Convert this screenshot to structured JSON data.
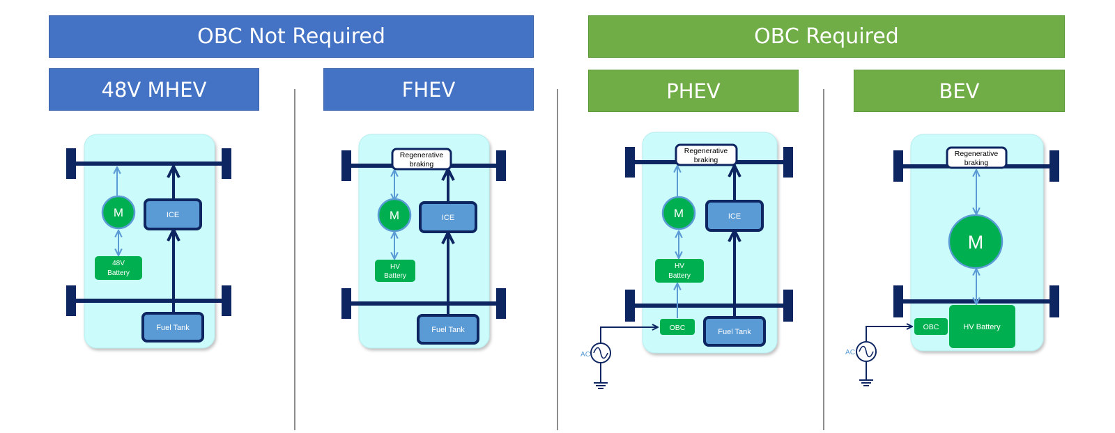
{
  "headers": {
    "not_required": "OBC Not Required",
    "required": "OBC Required"
  },
  "columns": [
    {
      "title": "48V MHEV",
      "labels": {
        "motor": "M",
        "engine": "ICE",
        "battery_line1": "48V",
        "battery_line2": "Battery",
        "tank": "Fuel Tank"
      }
    },
    {
      "title": "FHEV",
      "labels": {
        "regen_line1": "Regenerative",
        "regen_line2": "braking",
        "motor": "M",
        "engine": "ICE",
        "battery_line1": "HV",
        "battery_line2": "Battery",
        "tank": "Fuel Tank"
      }
    },
    {
      "title": "PHEV",
      "labels": {
        "regen_line1": "Regenerative",
        "regen_line2": "braking",
        "motor": "M",
        "engine": "ICE",
        "battery_line1": "HV",
        "battery_line2": "Battery",
        "obc": "OBC",
        "tank": "Fuel Tank",
        "ac": "AC"
      }
    },
    {
      "title": "BEV",
      "labels": {
        "regen_line1": "Regenerative",
        "regen_line2": "braking",
        "motor": "M",
        "obc": "OBC",
        "battery": "HV Battery",
        "ac": "AC"
      }
    }
  ],
  "colors": {
    "blue_header": "#4472c4",
    "green_header": "#70ad47",
    "chassis": "#ccfbfb",
    "axle": "#0d2561",
    "component_blue": "#5b9bd5",
    "component_green": "#00b050",
    "arrow_light": "#5b9bd5"
  }
}
